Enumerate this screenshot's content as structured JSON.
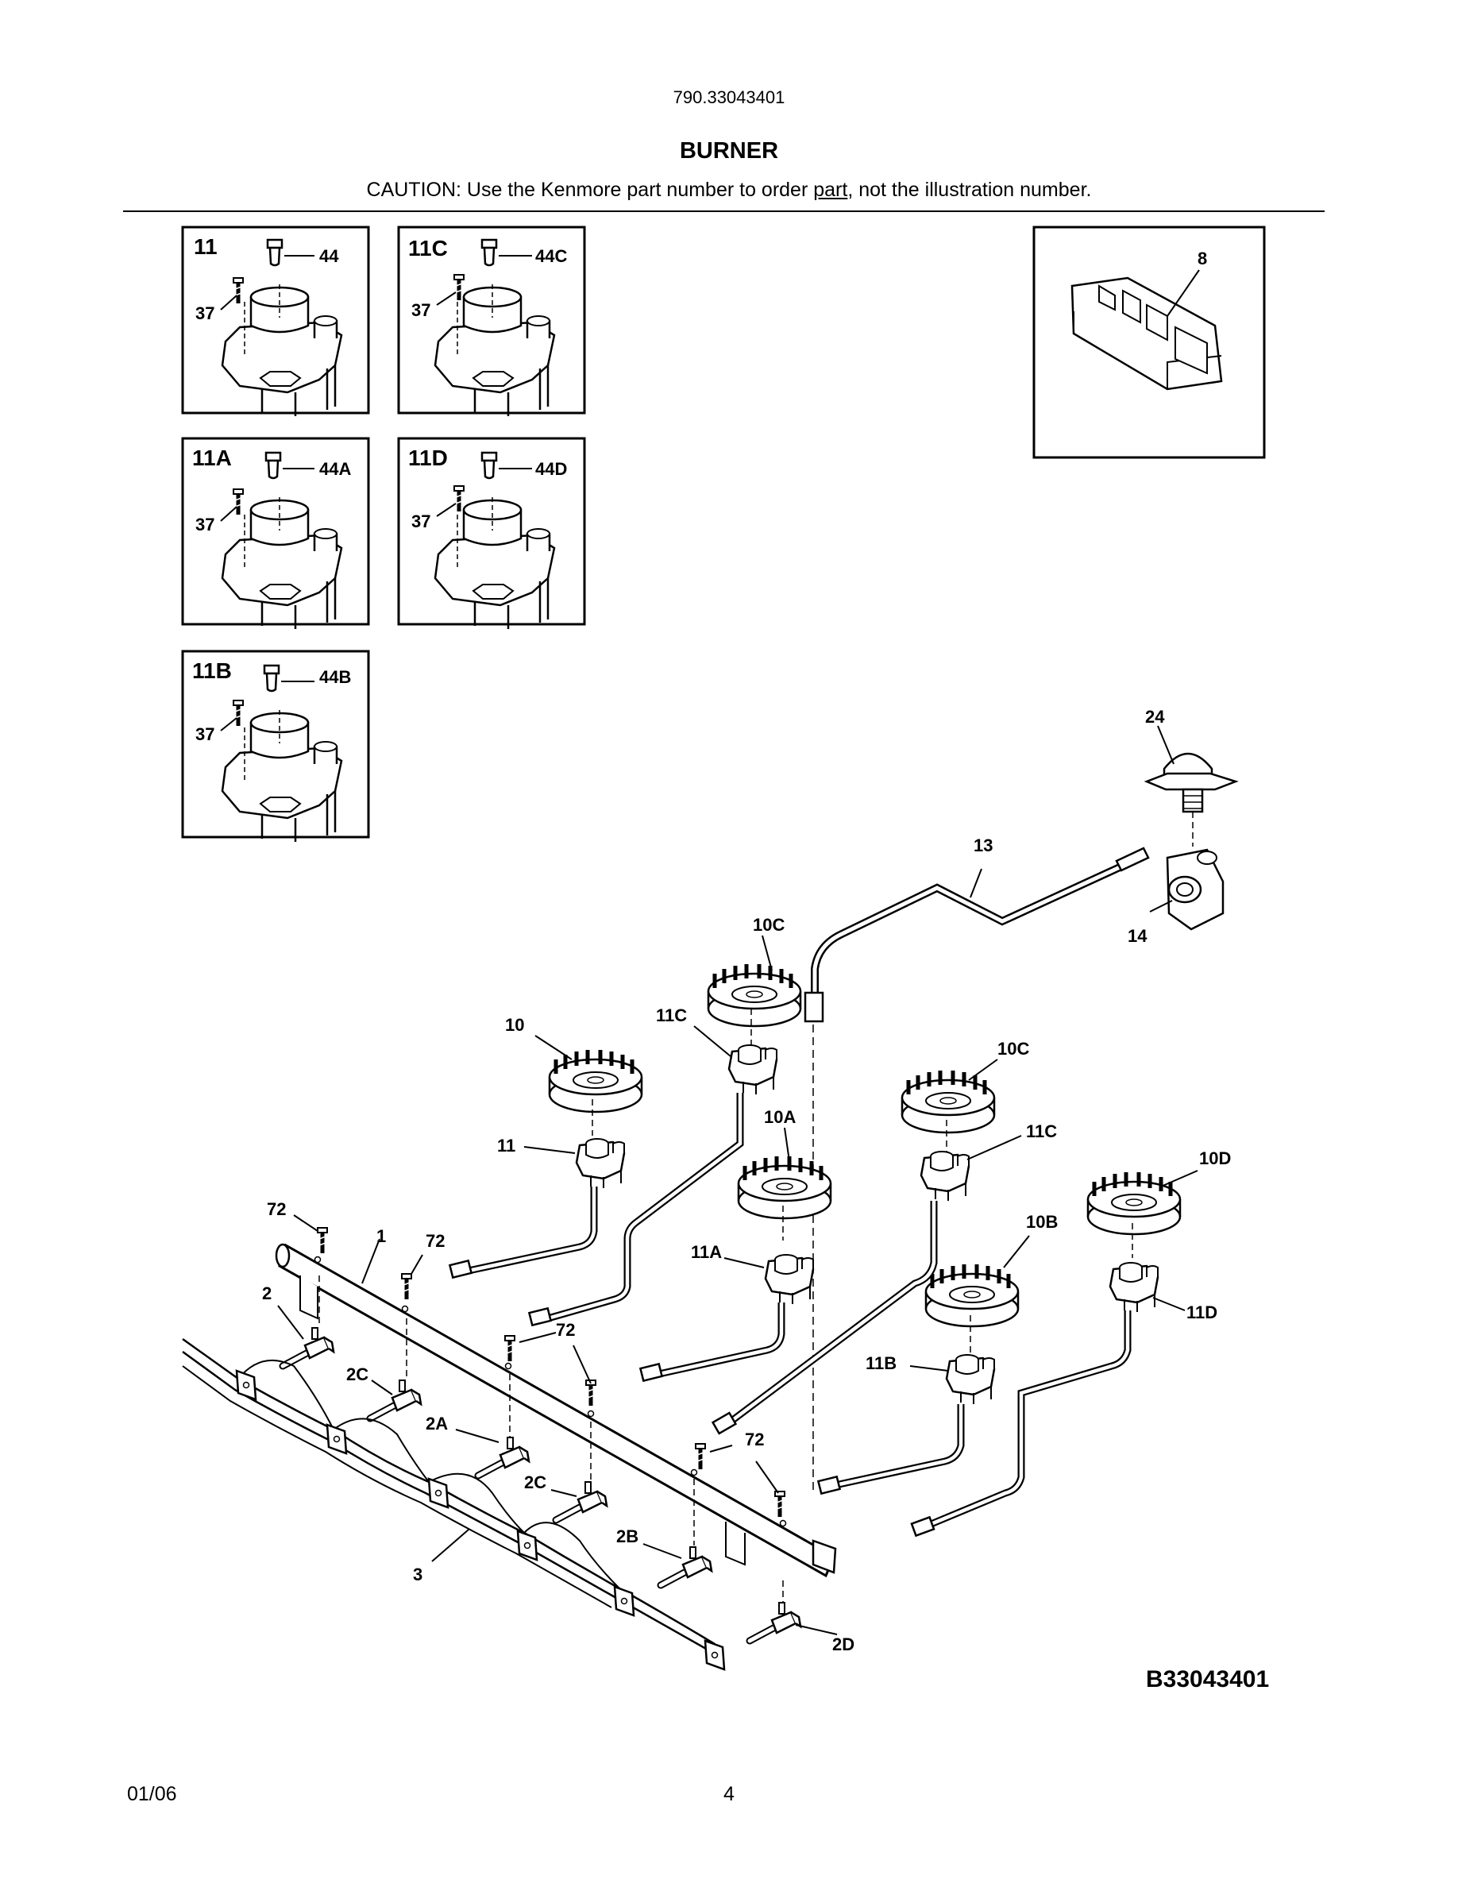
{
  "header": {
    "model_number": "790.33043401",
    "title": "BURNER",
    "caution_prefix": "CAUTION: Use the Kenmore part number to order ",
    "caution_link": "part",
    "caution_suffix": ", not the illustration number."
  },
  "insets": [
    {
      "id": "11",
      "labels": [
        "11",
        "44",
        "37"
      ]
    },
    {
      "id": "11C",
      "labels": [
        "11C",
        "44C",
        "37"
      ]
    },
    {
      "id": "11A",
      "labels": [
        "11A",
        "44A",
        "37"
      ]
    },
    {
      "id": "11D",
      "labels": [
        "11D",
        "44D",
        "37"
      ]
    },
    {
      "id": "11B",
      "labels": [
        "11B",
        "44B",
        "37"
      ]
    },
    {
      "id": "8",
      "labels": [
        "8"
      ]
    }
  ],
  "callouts": {
    "c24": "24",
    "c13": "13",
    "c14": "14",
    "c10C_top": "10C",
    "c11C_top": "11C",
    "c10": "10",
    "c11": "11",
    "c10A": "10A",
    "c11A": "11A",
    "c10C_right": "10C",
    "c11C_right": "11C",
    "c10D": "10D",
    "c10B": "10B",
    "c11D": "11D",
    "c11B": "11B",
    "c72_a": "72",
    "c1": "1",
    "c72_b": "72",
    "c2": "2",
    "c72_c": "72",
    "c2C_a": "2C",
    "c2A": "2A",
    "c2C_b": "2C",
    "c2B": "2B",
    "c72_d": "72",
    "c3": "3",
    "c2D": "2D"
  },
  "footer": {
    "drawing_id": "B33043401",
    "date": "01/06",
    "page": "4"
  }
}
